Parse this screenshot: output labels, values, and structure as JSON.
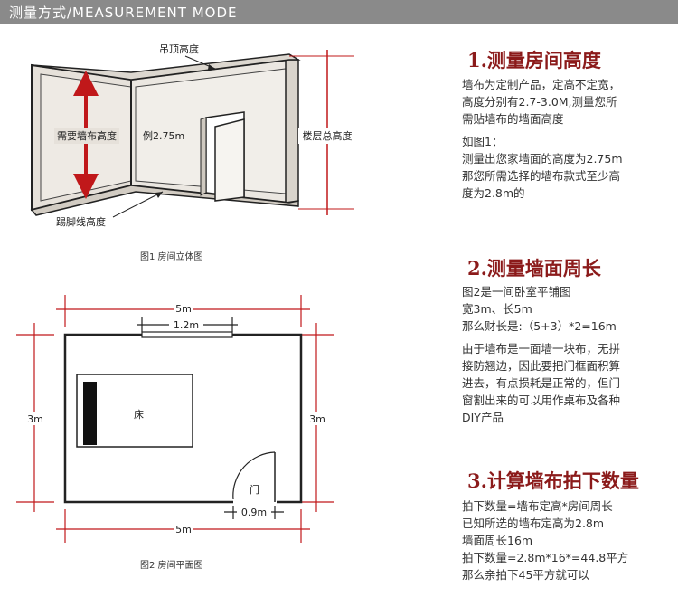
{
  "header": {
    "title": "测量方式/MEASUREMENT MODE"
  },
  "figure1": {
    "label_ceiling": "吊顶高度",
    "label_wall_height": "需要墙布高度",
    "label_example": "例2.75m",
    "label_total_height": "楼层总高度",
    "label_skirting": "踢脚线高度",
    "caption": "图1  房间立体图"
  },
  "figure2": {
    "dim_top": "5m",
    "dim_bottom": "5m",
    "dim_left": "3m",
    "dim_right": "3m",
    "dim_window": "1.2m",
    "dim_door": "0.9m",
    "label_bed": "床",
    "label_door": "门",
    "caption": "图2  房间平面图"
  },
  "section1": {
    "title": "1.测量房间高度",
    "lines_a": [
      "墙布为定制产品，定高不定宽，",
      "高度分别有2.7-3.0M,测量您所",
      "需贴墙布的墙面高度"
    ],
    "lines_b": [
      "如图1：",
      "测量出您家墙面的高度为2.75m",
      "那您所需选择的墙布款式至少高",
      "度为2.8m的"
    ]
  },
  "section2": {
    "title": "2.测量墙面周长",
    "lines_a": [
      "图2是一间卧室平铺图",
      "宽3m、长5m",
      "那么财长是:（5+3）*2=16m"
    ],
    "lines_b": [
      "由于墙布是一面墙一块布，无拼",
      "接防翘边，因此要把门框面积算",
      "进去，有点损耗是正常的，但门",
      "窗割出来的可以用作桌布及各种",
      "DIY产品"
    ]
  },
  "section3": {
    "title": "3.计算墙布拍下数量",
    "lines": [
      "拍下数量=墙布定高*房间周长",
      "已知所选的墙布定高为2.8m",
      "墙面周长16m",
      "拍下数量=2.8m*16*=44.8平方",
      "那么亲拍下45平方就可以"
    ]
  }
}
